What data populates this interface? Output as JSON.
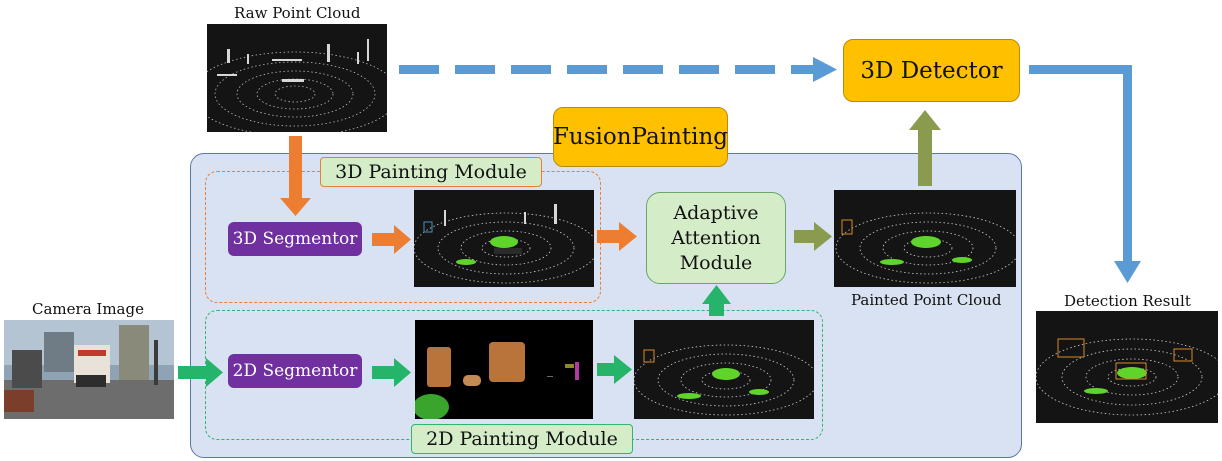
{
  "captions": {
    "raw_point_cloud": "Raw Point Cloud",
    "camera_image": "Camera Image",
    "painted_point_cloud": "Painted Point Cloud",
    "detection_result": "Detection Result"
  },
  "modules": {
    "fusion_painting": "FusionPainting",
    "painting_3d": "3D Painting Module",
    "painting_2d": "2D Painting Module",
    "segmentor_3d": "3D Segmentor",
    "segmentor_2d": "2D Segmentor",
    "attention_lines": [
      "Adaptive",
      "Attention",
      "Module"
    ],
    "detector_3d": "3D Detector"
  },
  "colors": {
    "orange_arrow": "#ed7d31",
    "green_arrow": "#25b46a",
    "olive_arrow": "#8a9a4e",
    "blue_arrow": "#5b9bd5",
    "segmentor": "#7030a0",
    "detector": "#ffc000",
    "panel": "#d9e2f3",
    "module_tag": "#d5ecc8"
  }
}
